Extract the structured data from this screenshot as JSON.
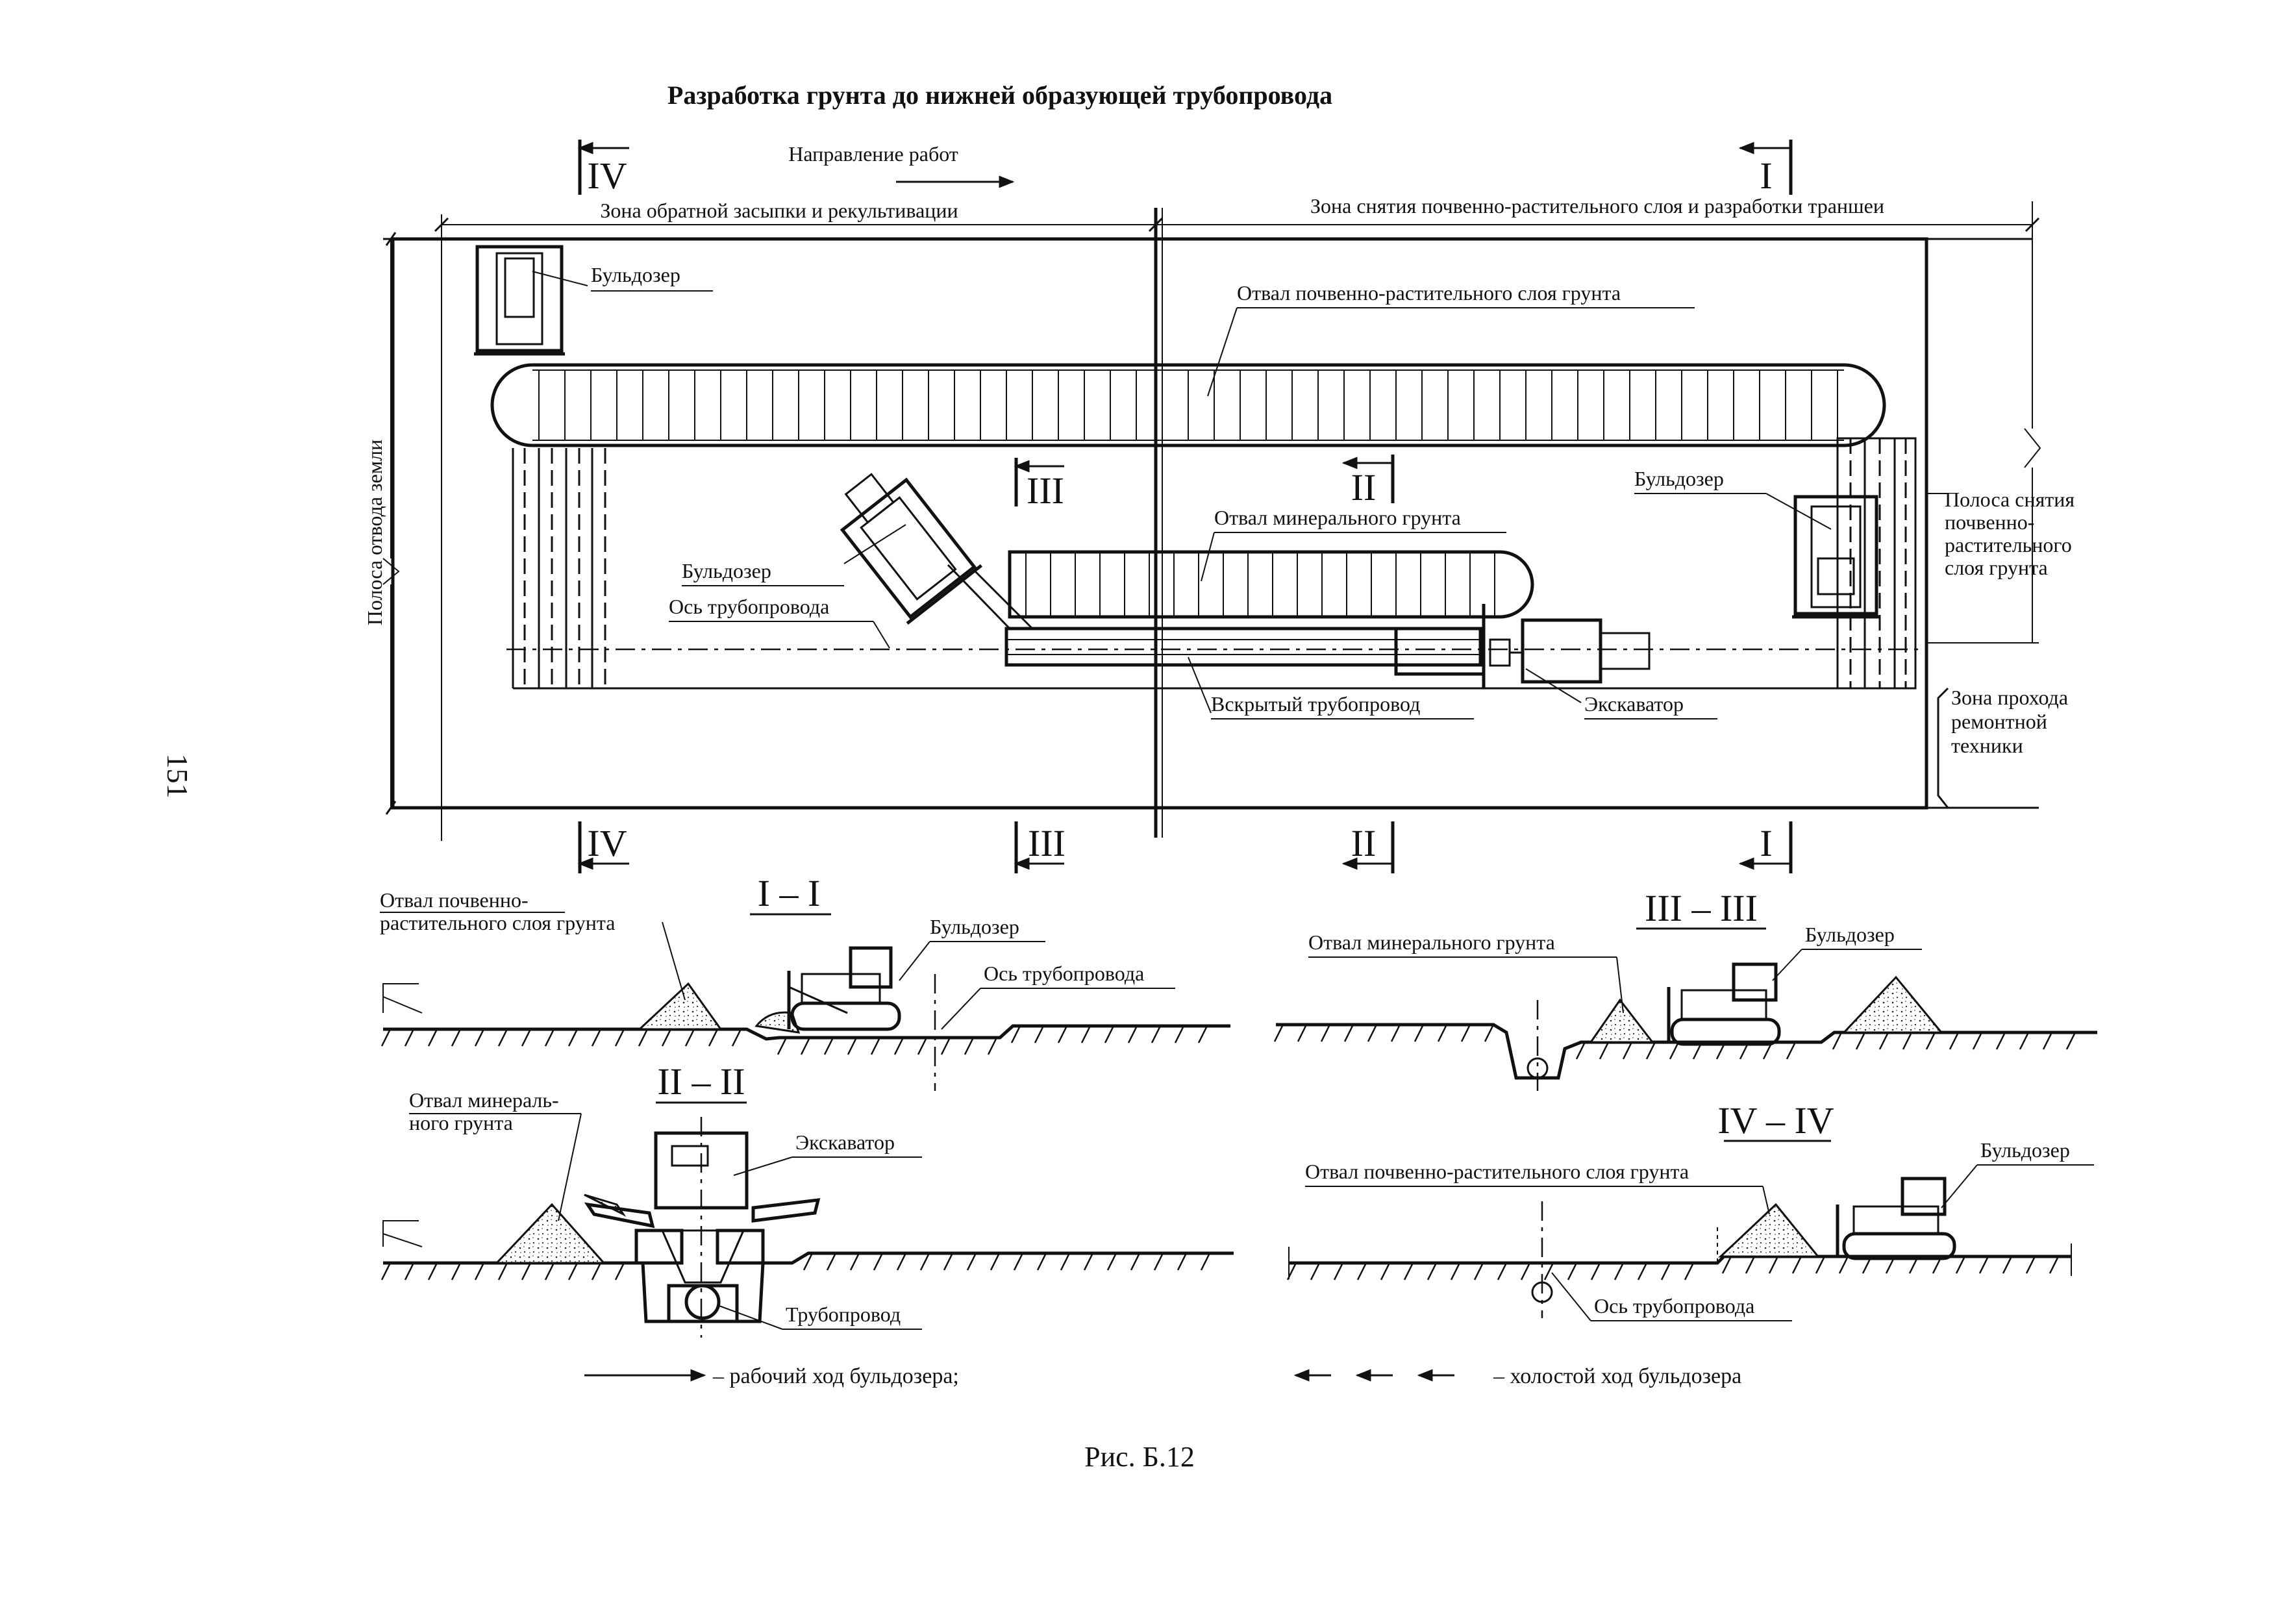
{
  "title": "Разработка грунта до нижней образующей трубопровода",
  "page_number": "151",
  "figure_caption": "Рис. Б.12",
  "plan": {
    "direction_label": "Направление работ",
    "zone_backfill": "Зона обратной засыпки и рекультивации",
    "zone_stripping": "Зона снятия почвенно-растительного слоя и разработки траншеи",
    "land_strip": "Полоса отвода земли",
    "bulldozer_1": "Бульдозер",
    "bulldozer_2": "Бульдозер",
    "bulldozer_3": "Бульдозер",
    "topsoil_spoil": "Отвал почвенно-растительного слоя грунта",
    "mineral_spoil": "Отвал минерального грунта",
    "pipeline_axis": "Ось трубопровода",
    "exposed_pipeline": "Вскрытый трубопровод",
    "excavator": "Экскаватор",
    "topsoil_strip_zone": [
      "Полоса снятия",
      "почвенно-",
      "растительного",
      "слоя грунта"
    ],
    "repair_pass_zone": [
      "Зона прохода",
      "ремонтной",
      "техники"
    ],
    "sections": {
      "I": "I",
      "II": "II",
      "III": "III",
      "IV": "IV"
    }
  },
  "section_1": {
    "title": "I – I",
    "spoil_label": [
      "Отвал почвенно-",
      "растительного слоя грунта"
    ],
    "bulldozer": "Бульдозер",
    "axis": "Ось трубопровода"
  },
  "section_2": {
    "title": "II – II",
    "spoil_label": [
      "Отвал минераль-",
      "ного грунта"
    ],
    "excavator": "Экскаватор",
    "pipeline": "Трубопровод"
  },
  "section_3": {
    "title": "III – III",
    "spoil_label": "Отвал минерального грунта",
    "bulldozer": "Бульдозер"
  },
  "section_4": {
    "title": "IV – IV",
    "spoil_label": "Отвал почвенно-растительного слоя грунта",
    "bulldozer": "Бульдозер",
    "axis": "Ось трубопровода"
  },
  "legend": {
    "working": "– рабочий ход бульдозера;",
    "idle": "– холостой ход бульдозера"
  }
}
